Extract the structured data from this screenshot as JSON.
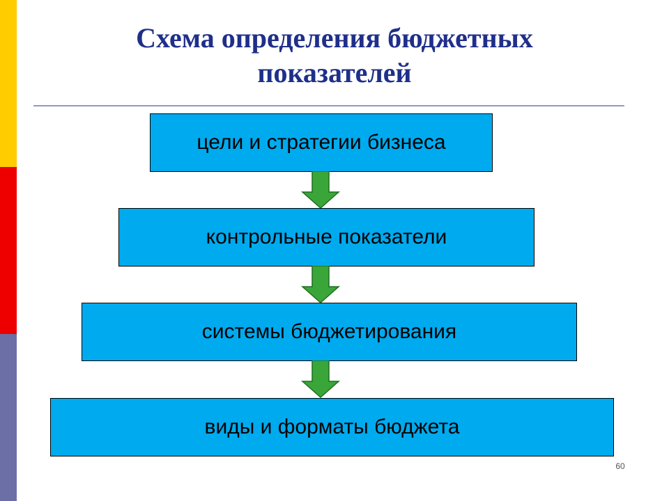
{
  "colors": {
    "title_text": "#1f2f8a",
    "box_fill": "#00aaee",
    "arrow_fill": "#3aa63a",
    "arrow_stroke": "#1f6e1f",
    "side_yellow": "#ffcc00",
    "side_red": "#ee0000",
    "side_slate": "#6b6fa6"
  },
  "slide": {
    "title_line_1": "Схема определения бюджетных",
    "title_line_2": "показателей",
    "page_number": "60"
  },
  "flow": {
    "steps": [
      {
        "label": "цели и стратегии бизнеса"
      },
      {
        "label": "контрольные показатели"
      },
      {
        "label": "системы бюджетирования"
      },
      {
        "label": "виды и форматы бюджета"
      }
    ],
    "connector_icon": "down-arrow-icon"
  }
}
